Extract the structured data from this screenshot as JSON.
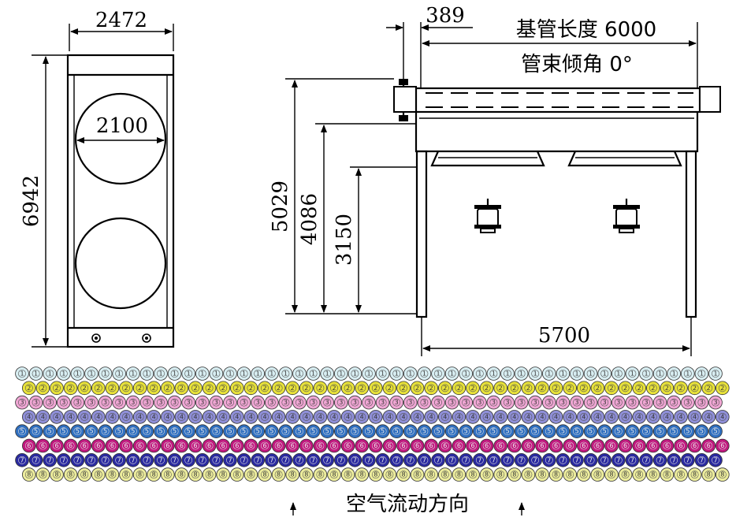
{
  "front_view": {
    "width_label": "2472",
    "height_label": "6942",
    "fan_diameter_label": "2100"
  },
  "side_view": {
    "offset_label": "389",
    "tube_length_label": "基管长度 6000",
    "bundle_angle_label": "管束倾角 0°",
    "height_total_label": "5029",
    "height_mid_label": "4086",
    "height_low_label": "3150",
    "span_label": "5700"
  },
  "tube_bank": {
    "rows": [
      {
        "pass": "1",
        "color": "#d8eef2",
        "offset": false
      },
      {
        "pass": "2",
        "color": "#e8e23a",
        "offset": true
      },
      {
        "pass": "3",
        "color": "#f0a6d4",
        "offset": false
      },
      {
        "pass": "4",
        "color": "#8f8fd8",
        "offset": true
      },
      {
        "pass": "5",
        "color": "#2f6fc0",
        "offset": false
      },
      {
        "pass": "6",
        "color": "#c0187e",
        "offset": true
      },
      {
        "pass": "7",
        "color": "#2a2aa0",
        "offset": false
      },
      {
        "pass": "8",
        "color": "#ecec9c",
        "offset": true
      }
    ]
  },
  "flow_label": "空气流动方向"
}
